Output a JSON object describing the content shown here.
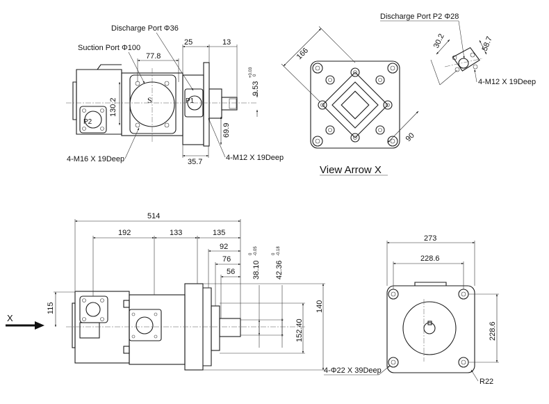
{
  "callouts": {
    "discharge_port": "Discharge Port Φ36",
    "suction_port": "Suction Port Φ100",
    "discharge_port_p2": "Discharge Port P2 Φ28",
    "m16_holes": "4-M16 X 19Deep",
    "m12_holes": "4-M12 X 19Deep",
    "m12_holes_p2": "4-M12 X 19Deep",
    "mount_holes": "4-Φ22 X 39Deep",
    "corner_radius": "R22",
    "view_arrow": "View Arrow X",
    "arrow_x": "X"
  },
  "port_labels": {
    "s": "S",
    "p1": "P1",
    "p2": "P2"
  },
  "top_dims": {
    "d77_8": "77.8",
    "d25": "25",
    "d13": "13",
    "d130_2": "130.2",
    "d9_53": "9.53",
    "d9_53_tol_up": "+0.03",
    "d9_53_tol_dn": "0",
    "d69_9": "69.9",
    "d35_7": "35.7"
  },
  "view_dims": {
    "d166": "166",
    "d90": "90",
    "d30_2": "30.2",
    "d58_7": "58.7"
  },
  "side_dims": {
    "d514": "514",
    "d192": "192",
    "d133": "133",
    "d135": "135",
    "d92": "92",
    "d76": "76",
    "d56": "56",
    "d115": "115",
    "d38_10": "38.10",
    "d38_10_tol_up": "0",
    "d38_10_tol_dn": "-0.05",
    "d42_36": "42.36",
    "d42_36_tol_up": "0",
    "d42_36_tol_dn": "-0.18",
    "d140": "140",
    "d152_40": "152.40"
  },
  "end_dims": {
    "d273": "273",
    "d228_6_h": "228.6",
    "d228_6_v": "228.6"
  }
}
